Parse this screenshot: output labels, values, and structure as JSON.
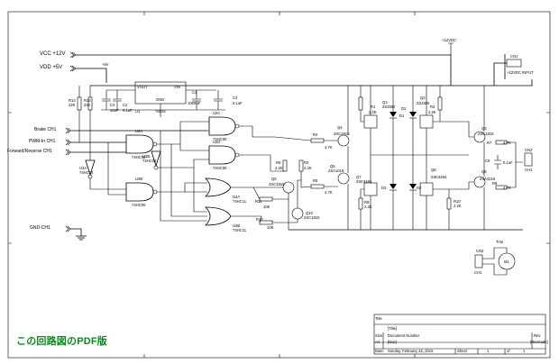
{
  "supply": {
    "vcc_label": "VCC +12V",
    "vdd_label": "VDD +5V",
    "plus12_top": "+12VDC",
    "plus5_top": "+5V",
    "input_part": "CN1",
    "input_label": "+12VDC INPUT"
  },
  "regulator": {
    "ref": "U1",
    "part": "78L05",
    "pin_out": "VOUT",
    "pin_gnd": "GND",
    "pin_in": "VIN",
    "c1_ref": "C1",
    "c1_val": "1000uF",
    "c2_ref": "C2",
    "c2_val": "0.1uF",
    "c3_ref": "C3",
    "c3_val": "0.1uF",
    "cs_ref": "C4",
    "cs_val": "10uF"
  },
  "signals": {
    "brake": "Brake CH1",
    "pwm": "PWM-In CH1",
    "direction": "Forward/Reverse CH1",
    "gnd": "GND-CH1"
  },
  "parts": {
    "r14": "R14",
    "r14v": "22K",
    "r13": "R13",
    "r13v": "22K",
    "u2a": "U2A",
    "u2a_p": "74HC00",
    "u2b": "U2B",
    "u2b_p": "74HC00",
    "u3a": "U3A",
    "u3a_p": "74HC04",
    "u3b": "U3B",
    "u3b_p": "74HC04",
    "u2c": "U2C",
    "u2c_p": "74HC00",
    "u2d": "U2D",
    "u2d_p": "74HC00",
    "u4a": "U4A",
    "u4a_p": "74HC11",
    "u4b": "U4B",
    "u4b_p": "74HC11",
    "r4": "R4",
    "r4v": "4.7K",
    "r5": "R5",
    "r5v": "4.7K",
    "r6": "R6",
    "r6v": "2.2K",
    "r3": "R3",
    "r3v": "2.2K",
    "r11": "R11",
    "r11v": "10K",
    "r12": "R12",
    "r12v": "10K",
    "q4": "Q4",
    "q4p": "2SC1815",
    "q5": "Q5",
    "q5p": "2SA1015",
    "q6": "Q6",
    "q6p": "2SC1815",
    "q10": "Q10",
    "q10p": "2SC1815",
    "q1": "Q1",
    "q1p": "2SJ380",
    "q2": "Q2",
    "q2p": "2SJ380",
    "q7": "Q7",
    "q7p": "2SK3484",
    "q8": "Q8",
    "q8p": "2SK3484",
    "d1": "D1",
    "d2": "D2",
    "d3": "D3",
    "d4": "D4",
    "r1": "R1",
    "r1v": "2.2K",
    "r2": "R2",
    "r2v": "2.2K",
    "r9": "R9",
    "r9v": "2.2K",
    "r10": "R10",
    "r10v": "2.2K",
    "q3": "Q3",
    "q3p": "2SC1815",
    "q9": "Q9",
    "q9p": "2SA1015",
    "r7": "R7",
    "r7v": "4.7K",
    "r8": "R8",
    "r8v": "4.7K",
    "cn2": "CN2",
    "cn2l": "CH1",
    "cn3": "CN3",
    "cn3l": "CH1",
    "c6": "C6",
    "c6v": "0.1uF",
    "motor_ref": "M1",
    "motor_lbl": "Trim"
  },
  "title_block": {
    "title_lbl": "Title",
    "title_val": "[Title]",
    "size_lbl": "Size",
    "size_val": "A4",
    "docnum_lbl": "Document Number",
    "docnum_val": "[Doc]",
    "rev_lbl": "Rev",
    "rev_val": "[RevCode]",
    "date_lbl": "Date:",
    "date_val": "Sunday, February 22, 2015",
    "sheet_lbl": "Sheet",
    "sheet_num": "1",
    "of_lbl": "of",
    "sheet_total": "1"
  },
  "pdf_link": "この回路図のPDF版"
}
